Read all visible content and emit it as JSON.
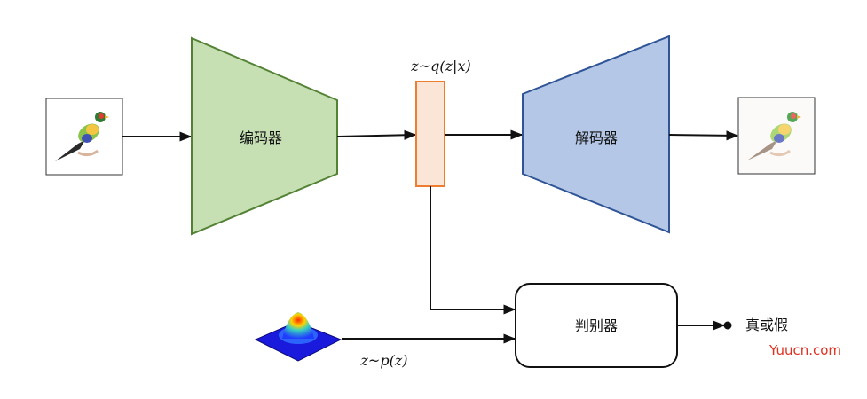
{
  "diagram": {
    "encoder_label": "编码器",
    "decoder_label": "解码器",
    "discriminator_label": "判别器",
    "output_label": "真或假",
    "latent_posterior_label": "z~q(z|x)",
    "prior_label": "z~p(z)",
    "watermark": "Yuucn.com"
  },
  "colors": {
    "encoder_fill": "#c6e0b4",
    "encoder_stroke": "#548235",
    "decoder_fill": "#b4c7e7",
    "decoder_stroke": "#2f5597",
    "latent_fill": "#fbe5d6",
    "latent_stroke": "#ed7d31",
    "watermark": "#e03020"
  },
  "icons": {
    "input_image": "bird-image-icon",
    "output_image": "reconstructed-bird-image-icon",
    "prior": "gaussian-surface-icon"
  }
}
